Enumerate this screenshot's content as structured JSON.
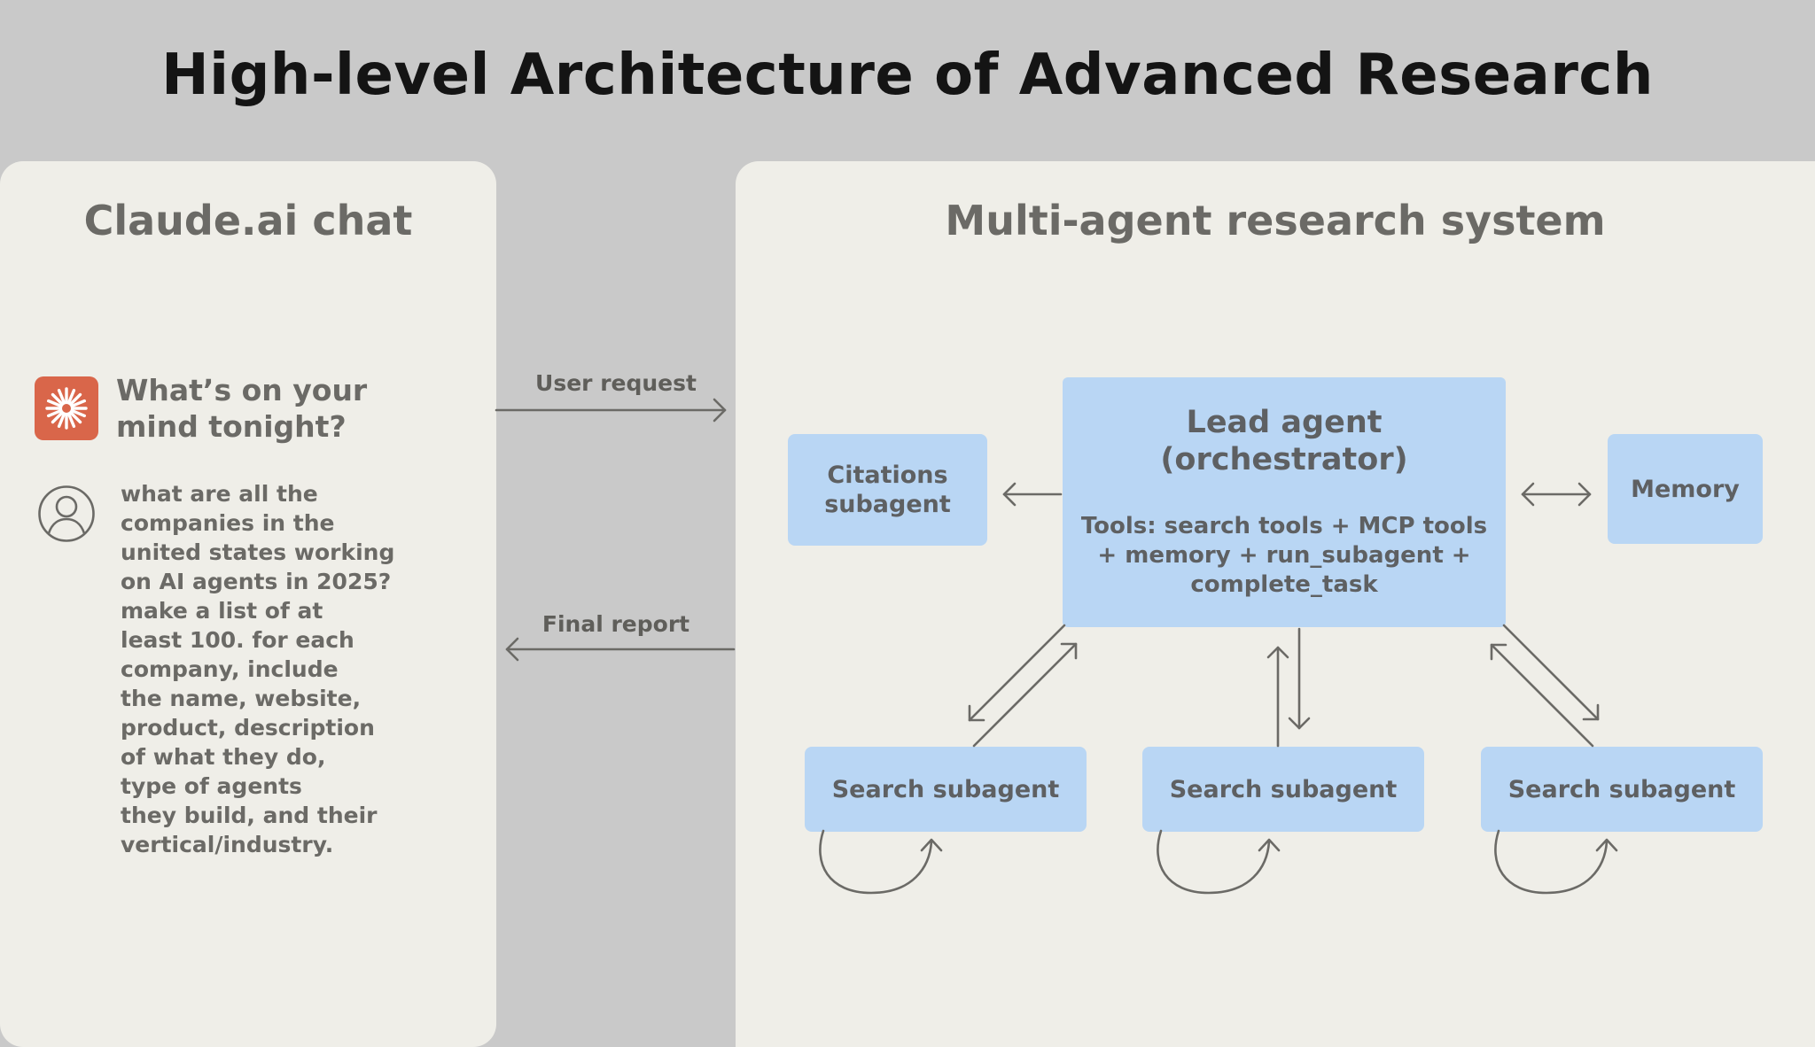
{
  "title": "High-level Architecture of Advanced Research",
  "left_panel": {
    "title": "Claude.ai chat",
    "prompt_heading": "What’s on your mind tonight?",
    "user_message": "what are all the\ncompanies in the\nunited states working\non AI agents in 2025?\nmake a list of at\nleast 100. for each\ncompany, include\nthe name, website,\nproduct, description\nof what they do,\ntype of agents\nthey build, and their\nvertical/industry."
  },
  "edges": {
    "user_request": "User request",
    "final_report": "Final report"
  },
  "right_panel": {
    "title": "Multi-agent research system",
    "lead_agent": {
      "title": "Lead agent\n(orchestrator)",
      "tools": "Tools: search tools + MCP tools\n+ memory + run_subagent +\ncomplete_task"
    },
    "citations": "Citations\nsubagent",
    "memory": "Memory",
    "search_subagents": [
      "Search subagent",
      "Search subagent",
      "Search subagent"
    ]
  },
  "colors": {
    "background": "#c9c9c9",
    "panel": "#efeee8",
    "node": "#b9d6f4",
    "logo": "#d9664a",
    "arrow": "#6b6a66"
  },
  "icons": {
    "logo": "claude-starburst-icon",
    "user": "user-avatar-icon"
  }
}
